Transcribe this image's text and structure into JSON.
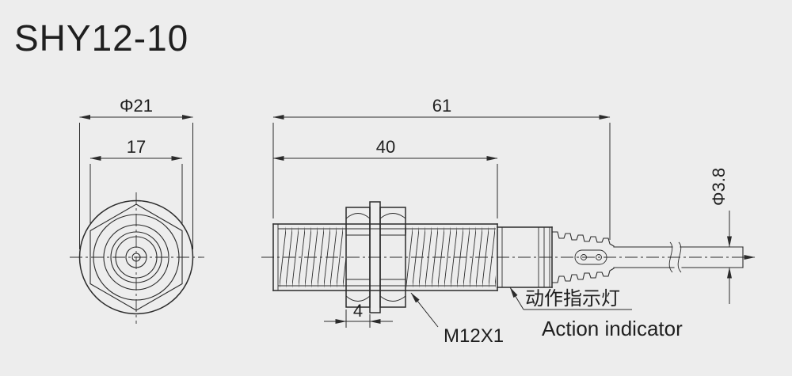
{
  "colors": {
    "background": "#ededed",
    "line": "#2b2b2b",
    "title_text": "#3a3a3a",
    "dim_text": "#1f1f1f"
  },
  "title": "SHY12-10",
  "front_view": {
    "dim_outer_diameter": "Φ21",
    "dim_across_flats": "17"
  },
  "side_view": {
    "dim_overall_length": "61",
    "dim_thread_length": "40",
    "dim_nut_thickness": "4",
    "dim_cable_diameter": "Φ3.8",
    "thread_spec": "M12X1",
    "indicator_label_zh": "动作指示灯",
    "indicator_label_en": "Action indicator"
  }
}
